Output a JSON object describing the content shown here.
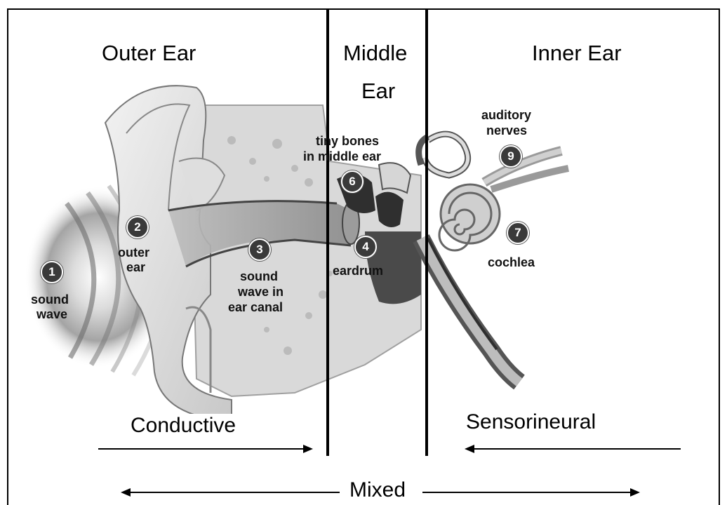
{
  "regions": {
    "outer": "Outer Ear",
    "middle_line1": "Middle",
    "middle_line2": "Ear",
    "inner": "Inner Ear"
  },
  "parts": [
    {
      "number": "1",
      "line1": "sound",
      "line2": "wave"
    },
    {
      "number": "2",
      "line1": "outer",
      "line2": "ear"
    },
    {
      "number": "3",
      "line1": "sound",
      "line2": "wave in",
      "line3": "ear canal"
    },
    {
      "number": "4",
      "line1": "eardrum"
    },
    {
      "number": "6",
      "line1": "tiny bones",
      "line2": "in middle ear"
    },
    {
      "number": "7",
      "line1": "cochlea"
    },
    {
      "number": "9",
      "line1": "auditory",
      "line2": "nerves"
    }
  ],
  "hearing_loss": {
    "conductive": "Conductive",
    "sensorineural": "Sensorineural",
    "mixed": "Mixed"
  }
}
